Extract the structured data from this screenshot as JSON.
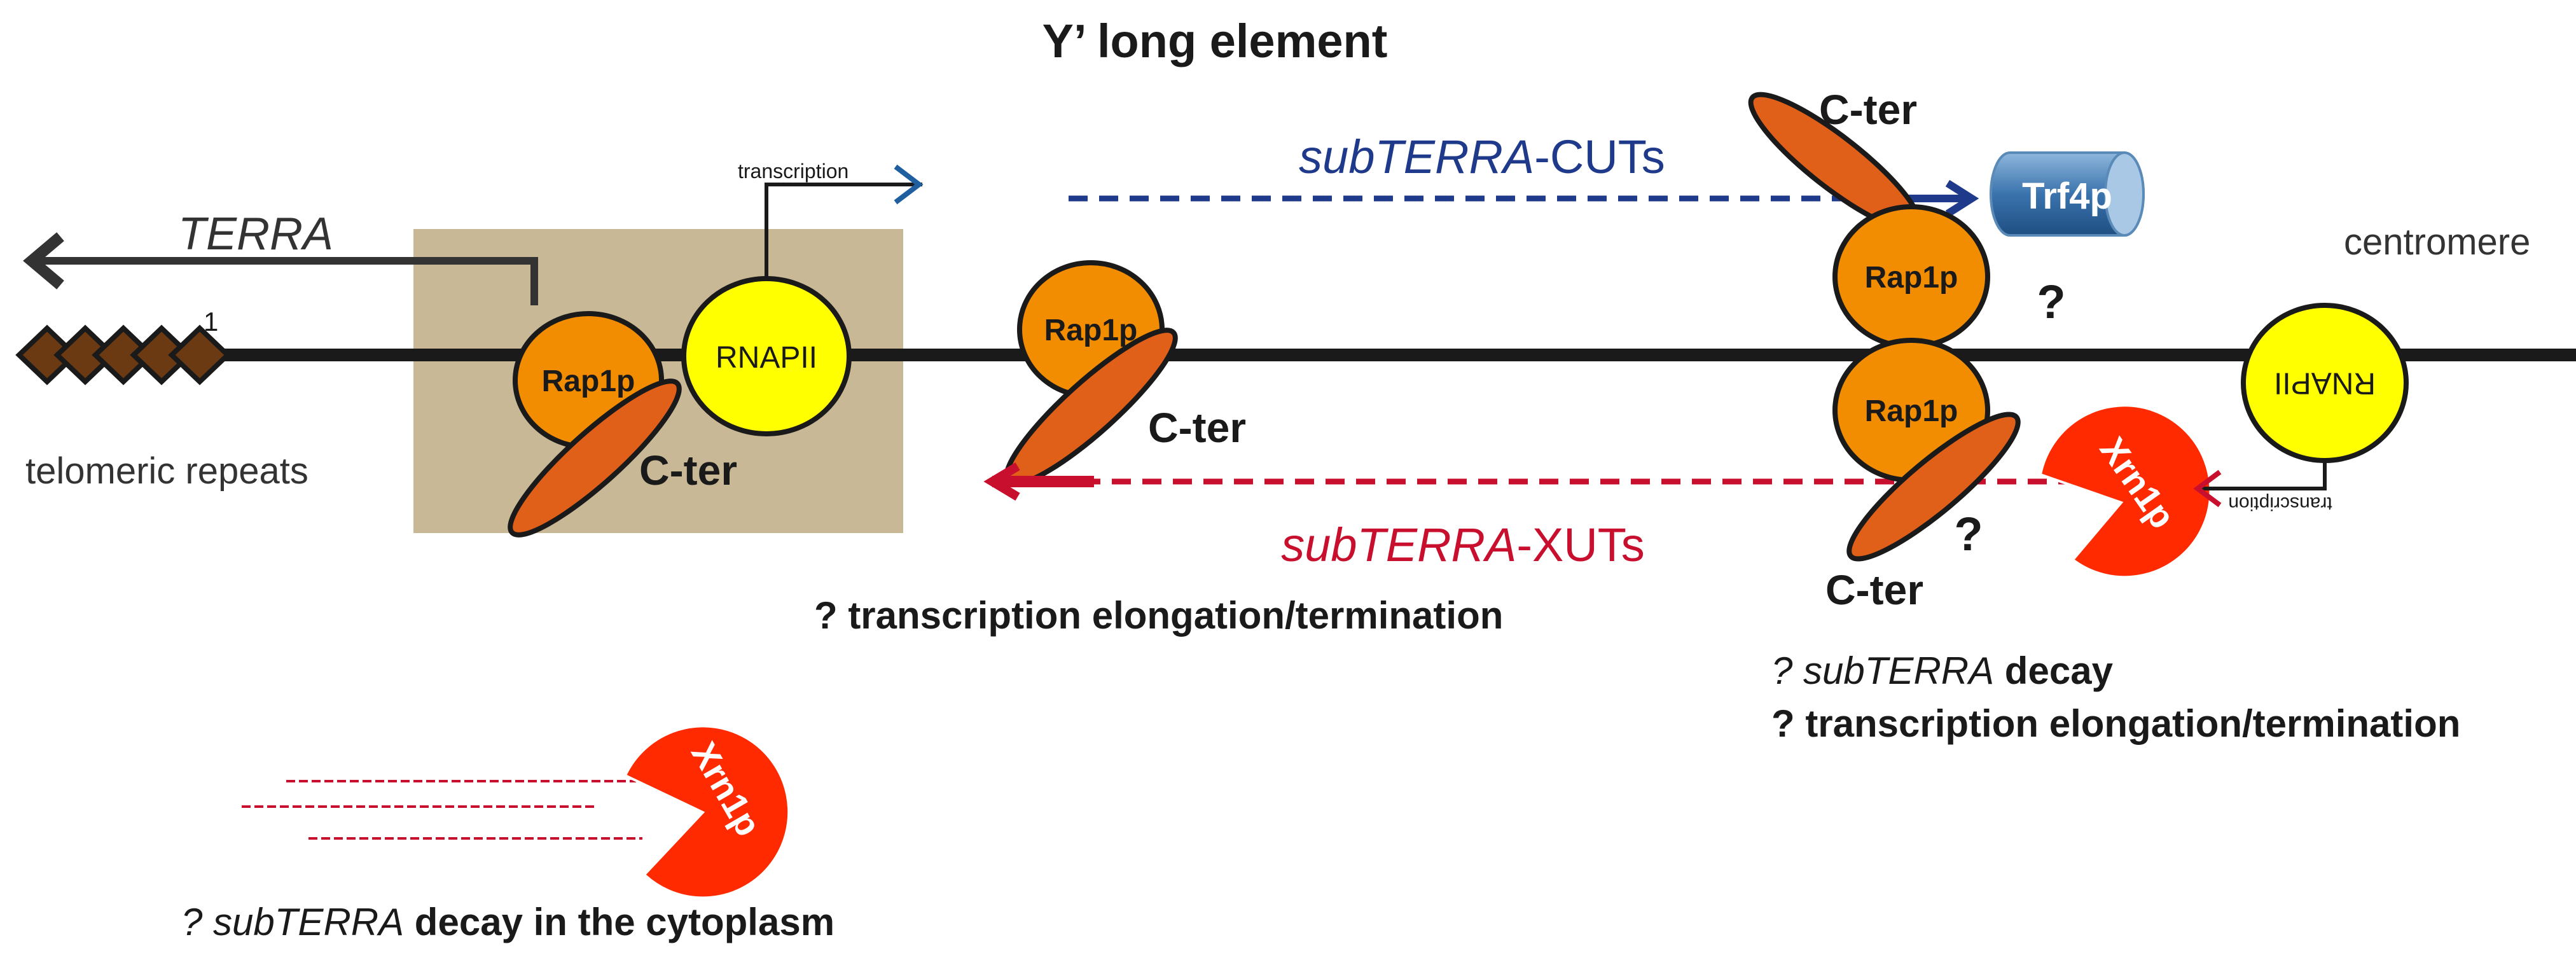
{
  "title": "Y’ long element",
  "labels": {
    "terra": "TERRA",
    "repeat_index": "1",
    "telomeric_repeats": "telomeric repeats",
    "centromere": "centromere",
    "transcription_top": "transcription",
    "transcription_right": "transcription",
    "rap1p": "Rap1p",
    "rnapii": "RNAPII",
    "cter": "C-ter",
    "trf4p": "Trf4p",
    "xrn1p": "Xrn1p",
    "question": "?",
    "cuts_prefix": "subTERRA",
    "cuts_suffix": "-CUTs",
    "xuts_prefix": "subTERRA",
    "xuts_suffix": "-XUTs",
    "elongation_mid": "? transcription elongation/termination",
    "decay_q": "? ",
    "decay_italic": "subTERRA",
    "decay_rest": " decay",
    "elongation_right": "? transcription elongation/termination",
    "cyto_q": "? ",
    "cyto_italic": "subTERRA",
    "cyto_rest": " decay in the cytoplasm"
  },
  "colors": {
    "chromosome": "#1a1a1a",
    "rap1p": "#f28c00",
    "cter": "#e0601a",
    "rnapii": "#ffff00",
    "xrn1p": "#ff2a00",
    "trf4p": "#3a73ad",
    "box": "#c8b896",
    "cuts": "#1f3a8a",
    "xuts": "#c8102e",
    "repeats": "#6b3a12"
  }
}
